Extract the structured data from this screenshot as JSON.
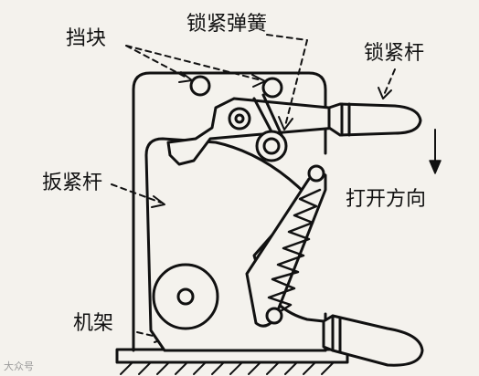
{
  "labels": {
    "stop_block": "挡块",
    "lock_spring": "锁紧弹簧",
    "lock_lever": "锁紧杆",
    "clamp_lever": "扳紧杆",
    "open_direction": "打开方向",
    "frame": "机架"
  },
  "watermark": "大众号",
  "colors": {
    "ink": "#111111",
    "paper": "#f4f2ed"
  }
}
